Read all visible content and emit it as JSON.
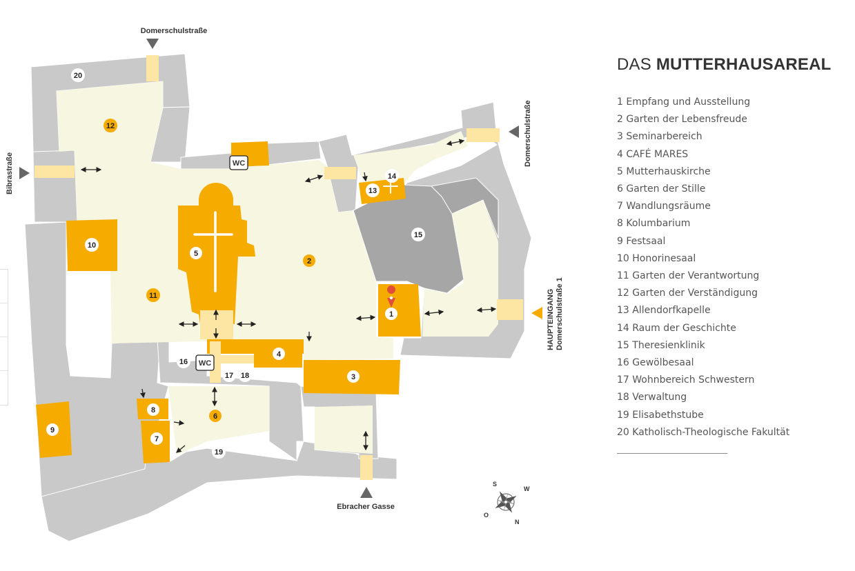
{
  "colors": {
    "building": "#c9c9c9",
    "church": "#a6a6a6",
    "garden": "#f6f6e1",
    "highlight": "#f5ab00",
    "passage": "#fde5a3",
    "marker": "#e04e39"
  },
  "legend": {
    "title_prefix": "DAS",
    "title_strong": "MUTTERHAUSAREAL",
    "items": [
      "1 Empfang und Ausstellung",
      "2 Garten der Lebensfreude",
      "3 Seminarbereich",
      "4 CAFÉ MARES",
      "5 Mutterhauskirche",
      "6 Garten der Stille",
      "7 Wandlungsräume",
      "8 Kolumbarium",
      "9 Festsaal",
      "10 Honorinesaal",
      "11 Garten der Verantwortung",
      "12 Garten der Verständigung",
      "13 Allendorfkapelle",
      "14 Raum der Geschichte",
      "15 Theresienklinik",
      "16 Gewölbesaal",
      "17 Wohnbereich Schwestern",
      "18 Verwaltung",
      "19 Elisabethstube",
      "20 Katholisch-Theologische Fakultät"
    ]
  },
  "map": {
    "streets": {
      "top": "Domerschulstraße",
      "right_top": "Domerschulstraße",
      "left": "Bibrastraße",
      "bottom": "Ebracher Gasse",
      "entrance_line1": "HAUPTEINGANG",
      "entrance_line2": "Domerschulstraße 1"
    },
    "wc_label": "WC",
    "compass": {
      "n": "N",
      "s": "S",
      "o": "O",
      "w": "W"
    },
    "badges": {
      "b1": "1",
      "b2": "2",
      "b3": "3",
      "b4": "4",
      "b5": "5",
      "b6": "6",
      "b7": "7",
      "b8": "8",
      "b9": "9",
      "b10": "10",
      "b11": "11",
      "b12": "12",
      "b13": "13",
      "b14": "14",
      "b15": "15",
      "b16": "16",
      "b17": "17",
      "b18": "18",
      "b19": "19",
      "b20": "20"
    }
  }
}
